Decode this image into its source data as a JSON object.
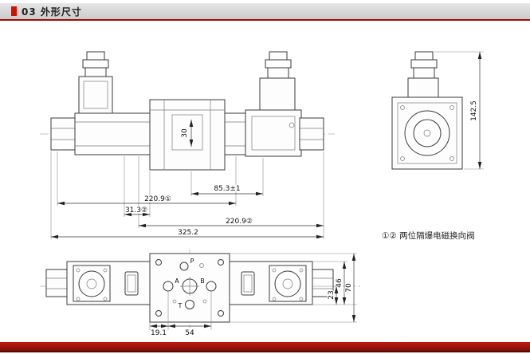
{
  "header": {
    "title": "03 外形尺寸"
  },
  "drawing": {
    "note": "①② 两位隔爆电磁换向阀",
    "front": {
      "dim_a": "220.9①",
      "dim_b": "31.3②",
      "dim_c": "85.3±1",
      "dim_d": "220.9②",
      "dim_total": "325.2",
      "dim_body": "30"
    },
    "side": {
      "dim_height": "142.5"
    },
    "bottom": {
      "dim_a": "19.1",
      "dim_b": "54",
      "dim_c": "23",
      "dim_d": "46",
      "dim_e": "70",
      "ports": {
        "p": "P",
        "a": "A",
        "b": "B",
        "t": "T"
      }
    }
  },
  "colors": {
    "accent_red": "#d01000",
    "rule_red": "#9b0f06",
    "footer_red": "#a61408",
    "line": "#3a3a3a"
  }
}
